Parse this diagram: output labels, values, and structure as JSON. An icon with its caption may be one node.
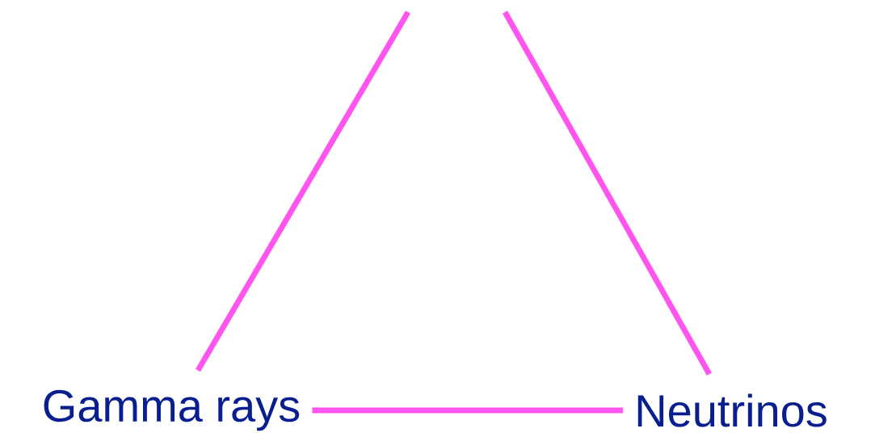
{
  "diagram": {
    "nodes": [
      {
        "text": [
          "Gamma rays"
        ]
      },
      {
        "text": [
          "Neutrinos"
        ]
      }
    ],
    "edges": [
      {
        "from": 0,
        "to": 1,
        "arrow": "none"
      },
      {
        "from": 0,
        "to": null,
        "arrow": "none"
      },
      {
        "from": 1,
        "to": null,
        "arrow": "none"
      }
    ]
  }
}
